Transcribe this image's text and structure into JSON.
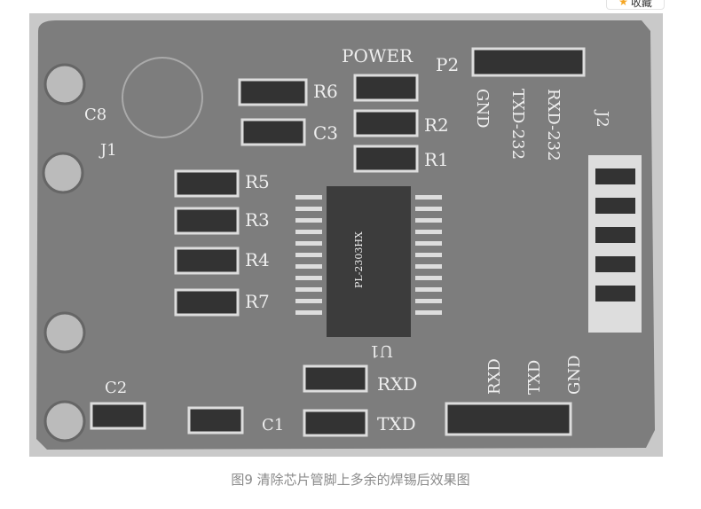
{
  "favorite_button": {
    "icon": "star-icon",
    "label": "收藏"
  },
  "figure": {
    "caption": "图9 清除芯片管脚上多余的焊锡后效果图",
    "board_labels": [
      "POWER",
      "P2",
      "R6",
      "R2",
      "R1",
      "C3",
      "C8",
      "J1",
      "R5",
      "R3",
      "R4",
      "R7",
      "J2",
      "GND",
      "RXD-232",
      "TXD-232",
      "RXD",
      "TXD",
      "GND",
      "C2",
      "C1",
      "U1",
      "RXD",
      "TXD",
      "PL-2303HX"
    ]
  }
}
